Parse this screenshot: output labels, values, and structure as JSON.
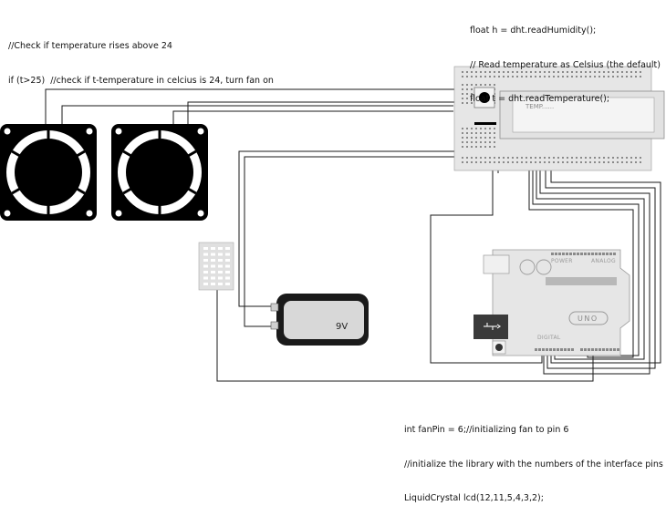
{
  "code_top_left": {
    "line1": "//Check if temperature rises above 24",
    "line2": "if (t>25)  //check if t-temperature in celcius is 24, turn fan on"
  },
  "code_top_right": {
    "line1": "float h = dht.readHumidity();",
    "line2": "// Read temperature as Celsius (the default)",
    "line3": "float t = dht.readTemperature();"
  },
  "code_bottom": {
    "line1": "int fanPin = 6;//initializing fan to pin 6",
    "line2": "//initialize the library with the numbers of the interface pins",
    "line3": "LiquidCrystal lcd(12,11,5,4,3,2);"
  },
  "lcd": {
    "label": "TEMP......"
  },
  "arduino": {
    "power_label": "POWER",
    "analog_label": "ANALOG",
    "digital_label": "DIGITAL",
    "model_label": "UNO"
  },
  "battery": {
    "label": "9V"
  },
  "colors": {
    "wire": "#1a1a1a",
    "board": "#e6e6e6",
    "fan": "#000000",
    "lcd_frame": "#cfcfcf",
    "battery_body": "#d8d8d8"
  }
}
